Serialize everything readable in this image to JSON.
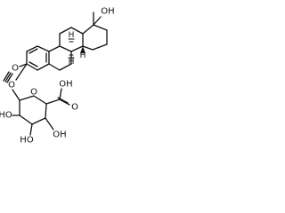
{
  "labels": {
    "oh_top": "OH",
    "h_stereo_top": "H",
    "h_stereo_mid": "H",
    "h_stereo_ring": "H",
    "o_ether": "O",
    "o_glycoside": "O",
    "o_ring": "O",
    "oh_acid": "OH",
    "o_acid": "O",
    "ho_left": "HO",
    "ho_bottom_left": "HO",
    "oh_bottom_right": "OH"
  }
}
